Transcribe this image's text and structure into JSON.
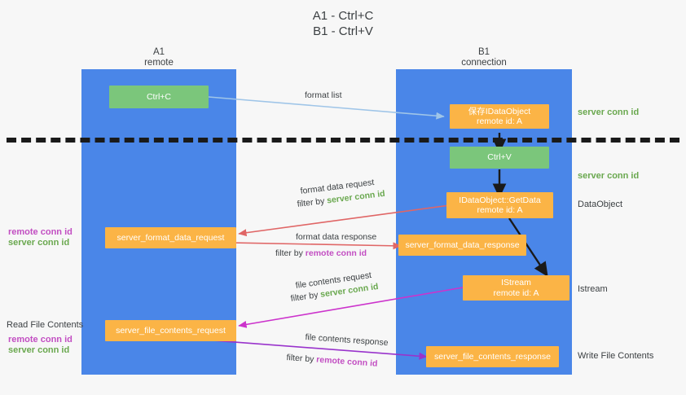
{
  "diagram": {
    "title": "A1 - Ctrl+C\nB1 - Ctrl+V",
    "columns": [
      {
        "name": "a1",
        "title": "A1\nremote"
      },
      {
        "name": "b1",
        "title": "B1\nconnection"
      }
    ],
    "nodes": [
      {
        "id": "ctrl-c",
        "label": "Ctrl+C",
        "color": "green"
      },
      {
        "id": "save-idataobject",
        "label": "保存IDataObject\nremote id: A",
        "color": "orange"
      },
      {
        "id": "ctrl-v",
        "label": "Ctrl+V",
        "color": "green"
      },
      {
        "id": "idataobject-getdata",
        "label": "IDataObject::GetData\nremote id: A",
        "color": "orange"
      },
      {
        "id": "server-format-data-request",
        "label": "server_format_data_request",
        "color": "orange"
      },
      {
        "id": "server-format-data-response",
        "label": "server_format_data_response",
        "color": "orange"
      },
      {
        "id": "istream",
        "label": "IStream\nremote id: A",
        "color": "orange"
      },
      {
        "id": "server-file-contents-request",
        "label": "server_file_contents_request",
        "color": "orange"
      },
      {
        "id": "server-file-contents-response",
        "label": "server_file_contents_response",
        "color": "orange"
      }
    ],
    "edge_labels": {
      "format_list": "format list",
      "format_data_request": "format data request",
      "format_data_request_filter_prefix": "filter by ",
      "format_data_request_filter_value": "server conn id",
      "format_data_response": "format data response",
      "format_data_response_filter_prefix": "filter by ",
      "format_data_response_filter_value": "remote conn id",
      "file_contents_request": "file contents request",
      "file_contents_request_filter_prefix": "filter by ",
      "file_contents_request_filter_value": "server conn id",
      "file_contents_response": "file contents response",
      "file_contents_response_filter_prefix": "filter by ",
      "file_contents_response_filter_value": "remote conn id"
    },
    "annotations": {
      "server_conn_id_top": "server conn id",
      "server_conn_id_mid": "server conn id",
      "dataobject": "DataObject",
      "istream": "Istream",
      "write_file_contents": "Write File Contents",
      "read_file_contents": "Read File Contents",
      "remote_conn_id_left_1": "remote conn id",
      "server_conn_id_left_1": "server conn id",
      "remote_conn_id_left_2": "remote conn id",
      "server_conn_id_left_2": "server conn id"
    },
    "colors": {
      "lane": "#4a86e8",
      "green_node": "#7bc67b",
      "orange_node": "#fbb446",
      "server_conn_id": "#6aa84f",
      "remote_conn_id": "#c24ec2",
      "arrow_blue": "#9fc5e8",
      "arrow_red": "#e06666",
      "arrow_magenta": "#cc33cc",
      "arrow_purple": "#9933cc",
      "arrow_dark": "#1a1a1a",
      "background": "#f7f7f7",
      "text": "#3c4043"
    }
  }
}
